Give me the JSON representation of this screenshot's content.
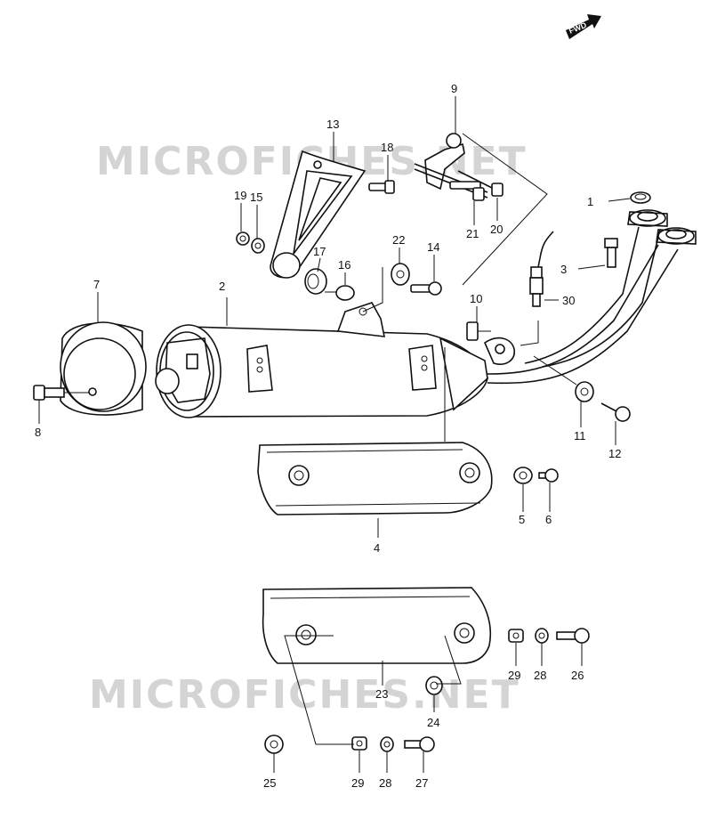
{
  "watermarks": [
    "MICROFICHES.NET",
    "MICROFICHES.NET"
  ],
  "fwd": "FWD",
  "labels": {
    "p1": "1",
    "p2": "2",
    "p3": "3",
    "p4": "4",
    "p5": "5",
    "p6": "6",
    "p7": "7",
    "p8": "8",
    "p9": "9",
    "p10": "10",
    "p11": "11",
    "p12": "12",
    "p13": "13",
    "p14": "14",
    "p15": "15",
    "p16": "16",
    "p17": "17",
    "p18": "18",
    "p19": "19",
    "p20": "20",
    "p21": "21",
    "p22": "22",
    "p23": "23",
    "p24": "24",
    "p25": "25",
    "p26": "26",
    "p27": "27",
    "p28a": "28",
    "p28b": "28",
    "p29a": "29",
    "p29b": "29",
    "p30": "30"
  }
}
